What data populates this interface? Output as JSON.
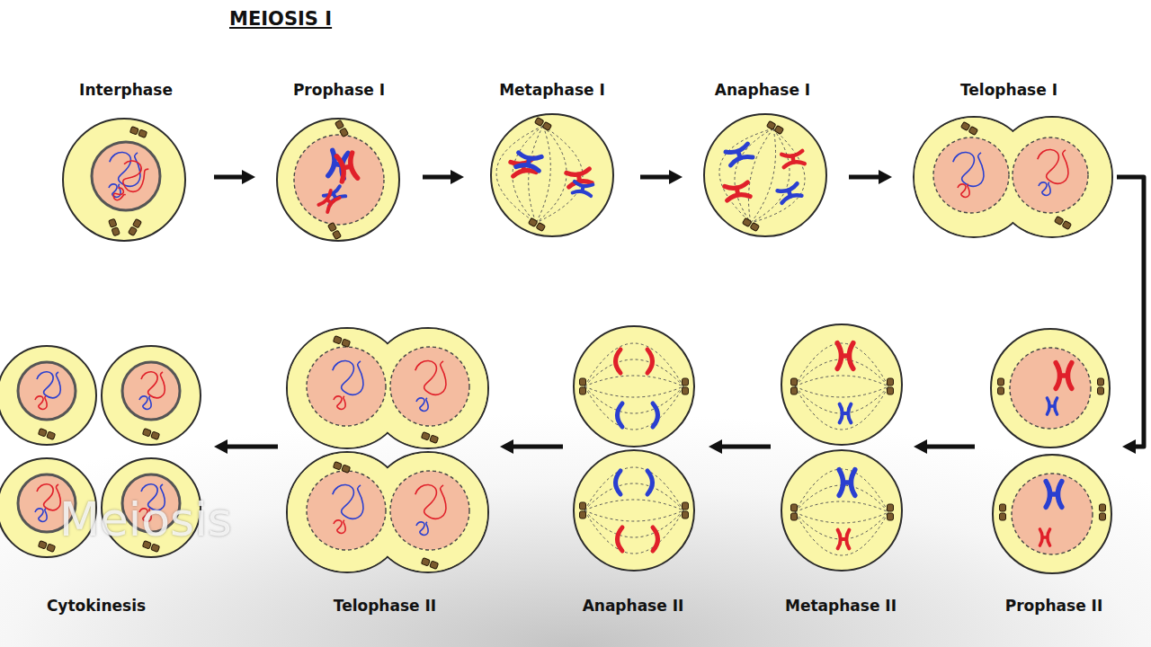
{
  "diagram": {
    "title": "MEIOSIS I",
    "nodes": [
      {
        "text": [
          "Interphase"
        ]
      },
      {
        "text": [
          "Prophase I"
        ]
      },
      {
        "text": [
          "Metaphase I"
        ]
      },
      {
        "text": [
          "Anaphase I"
        ]
      },
      {
        "text": [
          "Telophase I"
        ]
      },
      {
        "text": [
          "Prophase II"
        ]
      },
      {
        "text": [
          "Metaphase II"
        ]
      },
      {
        "text": [
          "Anaphase II"
        ]
      },
      {
        "text": [
          "Telophase II"
        ]
      },
      {
        "text": [
          "Cytokinesis"
        ]
      }
    ],
    "edges": [
      {
        "from": 0,
        "to": 1,
        "arrow": "to"
      },
      {
        "from": 1,
        "to": 2,
        "arrow": "to"
      },
      {
        "from": 2,
        "to": 3,
        "arrow": "to"
      },
      {
        "from": 3,
        "to": 4,
        "arrow": "to"
      },
      {
        "from": 4,
        "to": 5,
        "arrow": "to"
      },
      {
        "from": 5,
        "to": 6,
        "arrow": "to"
      },
      {
        "from": 6,
        "to": 7,
        "arrow": "to"
      },
      {
        "from": 7,
        "to": 8,
        "arrow": "to"
      },
      {
        "from": 8,
        "to": 9,
        "arrow": "to"
      }
    ],
    "labels": [
      "Meiosis"
    ]
  }
}
